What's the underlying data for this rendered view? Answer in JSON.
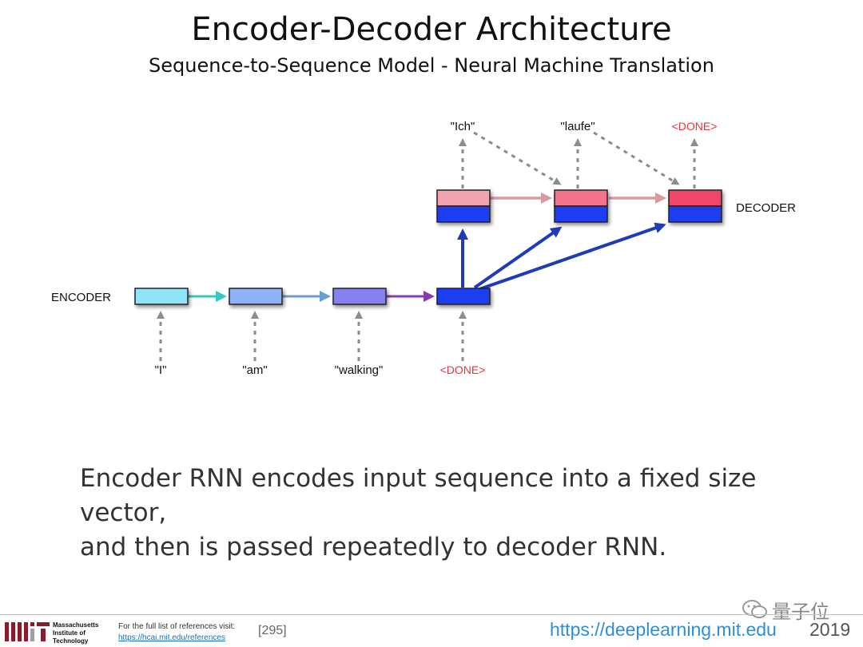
{
  "slide": {
    "title": "Encoder-Decoder Architecture",
    "subtitle": "Sequence-to-Sequence Model - Neural Machine Translation",
    "caption_line1": "Encoder RNN encodes input sequence into a fixed size vector,",
    "caption_line2": "and then is passed repeatedly to decoder RNN."
  },
  "diagram": {
    "encoder_label": "ENCODER",
    "decoder_label": "DECODER",
    "inputs": [
      "\"I\"",
      "\"am\"",
      "\"walking\"",
      "<DONE>"
    ],
    "outputs": [
      "\"Ich\"",
      "\"laufe\"",
      "<DONE>"
    ],
    "colors": {
      "enc1": "#8fe4f8",
      "enc2": "#8db2f5",
      "enc3": "#8680f0",
      "hidden": "#1f3cf0",
      "dec_top1": "#f3a3b0",
      "dec_top2": "#f2738a",
      "dec_top3": "#f2456b",
      "done_text": "#e8333c",
      "arrow_cyan": "#35c8c8",
      "arrow_steel": "#6a9ed0",
      "arrow_purple": "#8a3ab0",
      "arrow_pink": "#d99a9f",
      "arrow_blue": "#1f3bb5",
      "arrow_gray": "#8c8c8c"
    }
  },
  "footer": {
    "institute_line1": "Massachusetts",
    "institute_line2": "Institute of",
    "institute_line3": "Technology",
    "ref_text": "For the full list of references visit:",
    "ref_link": "https://hcai.mit.edu/references",
    "ref_number": "[295]",
    "site": "https://deeplearning.mit.edu",
    "year": "2019",
    "watermark": "量子位"
  }
}
